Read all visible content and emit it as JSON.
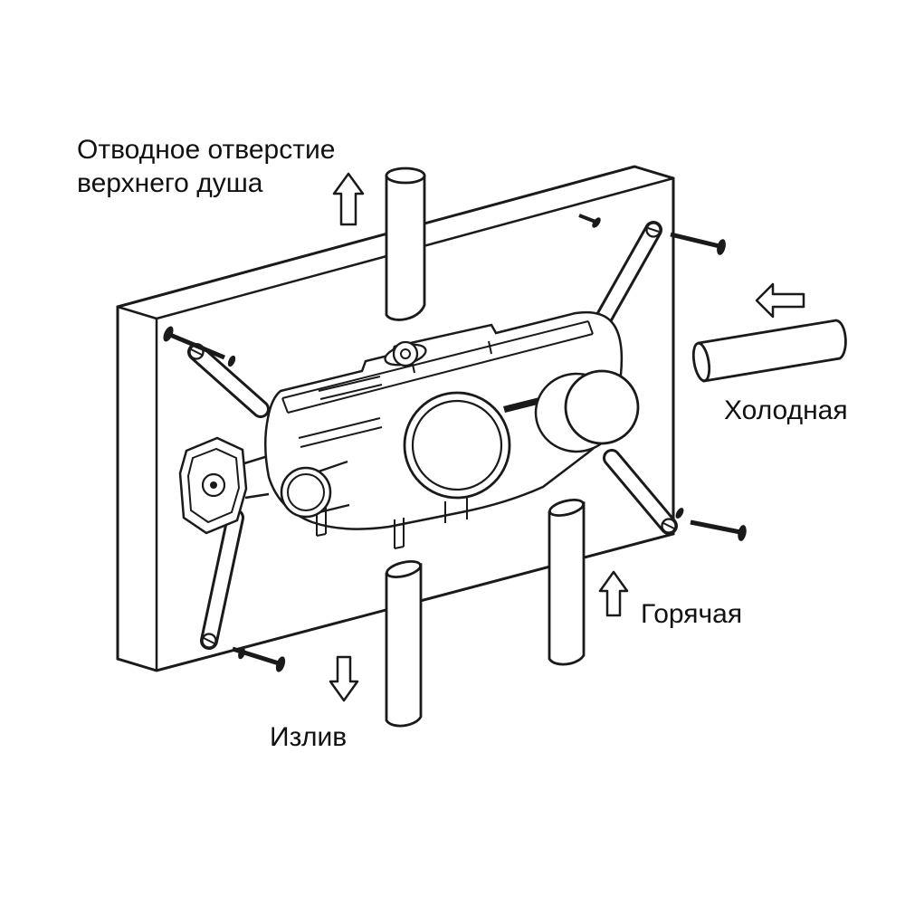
{
  "diagram": {
    "labels": {
      "top_outlet": {
        "line1": "Отводное отверстие",
        "line2": "верхнего душа"
      },
      "cold": "Холодная",
      "hot": "Горячая",
      "spout": "Излив"
    },
    "arrows": {
      "top_outlet": "up",
      "cold": "left",
      "hot": "up",
      "spout": "down"
    },
    "colors": {
      "line": "#1a1a1a",
      "background": "#ffffff",
      "text": "#111111"
    }
  }
}
